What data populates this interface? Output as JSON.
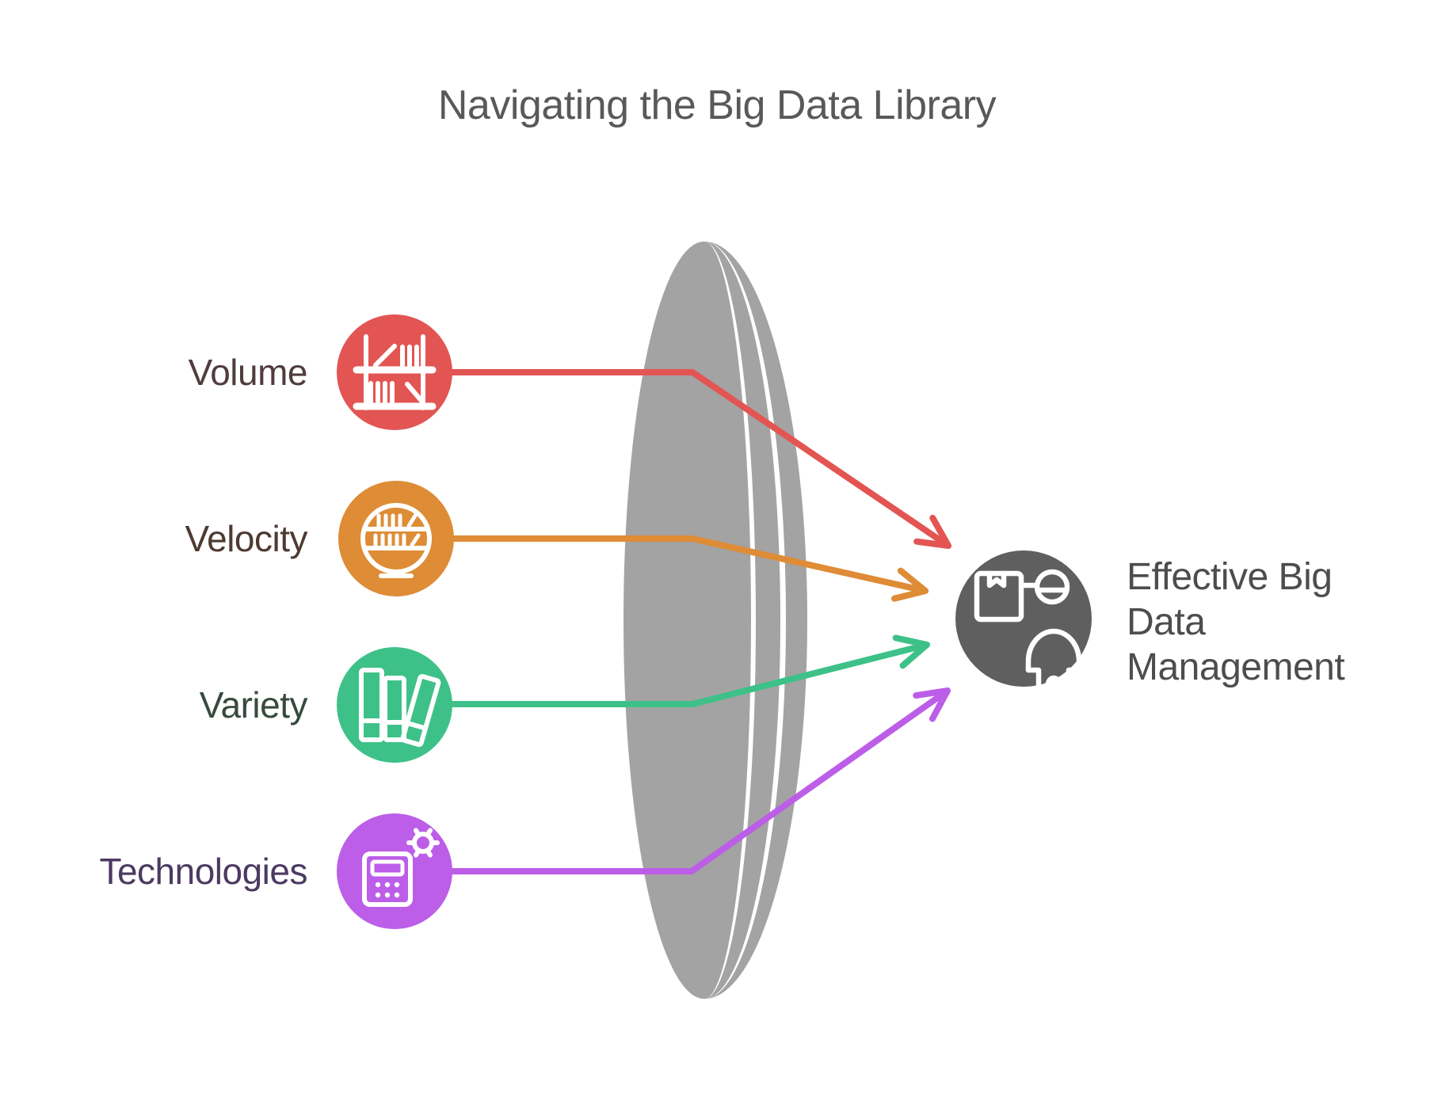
{
  "title": "Navigating the Big Data Library",
  "colors": {
    "background": "#FFFFFF",
    "title_text": "#595959",
    "lens": "#A3A3A3",
    "result_text": "#4D4D4D"
  },
  "nodes": [
    {
      "label": "Volume",
      "color": "#E25553",
      "label_color": "#503C3E",
      "icon": "bookshelf-icon"
    },
    {
      "label": "Velocity",
      "color": "#DE8C36",
      "label_color": "#4E3A31",
      "icon": "globe-bookcase-icon"
    },
    {
      "label": "Variety",
      "color": "#3EC188",
      "label_color": "#374A3E",
      "icon": "books-icon"
    },
    {
      "label": "Technologies",
      "color": "#BC5EE8",
      "label_color": "#4C3A62",
      "icon": "calculator-gear-icon"
    }
  ],
  "result": {
    "label": "Effective Big Data Management",
    "lines": [
      "Effective Big",
      "Data",
      "Management"
    ],
    "color": "#5F5F5F",
    "icon": "librarian-package-icon"
  }
}
